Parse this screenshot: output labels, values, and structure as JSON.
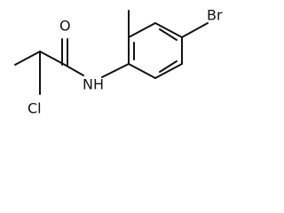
{
  "molecule": {
    "atoms": {
      "oxygen": "O",
      "nitrogen_hydrogen": "NH",
      "bromine": "Br",
      "chlorine": "Cl"
    }
  }
}
